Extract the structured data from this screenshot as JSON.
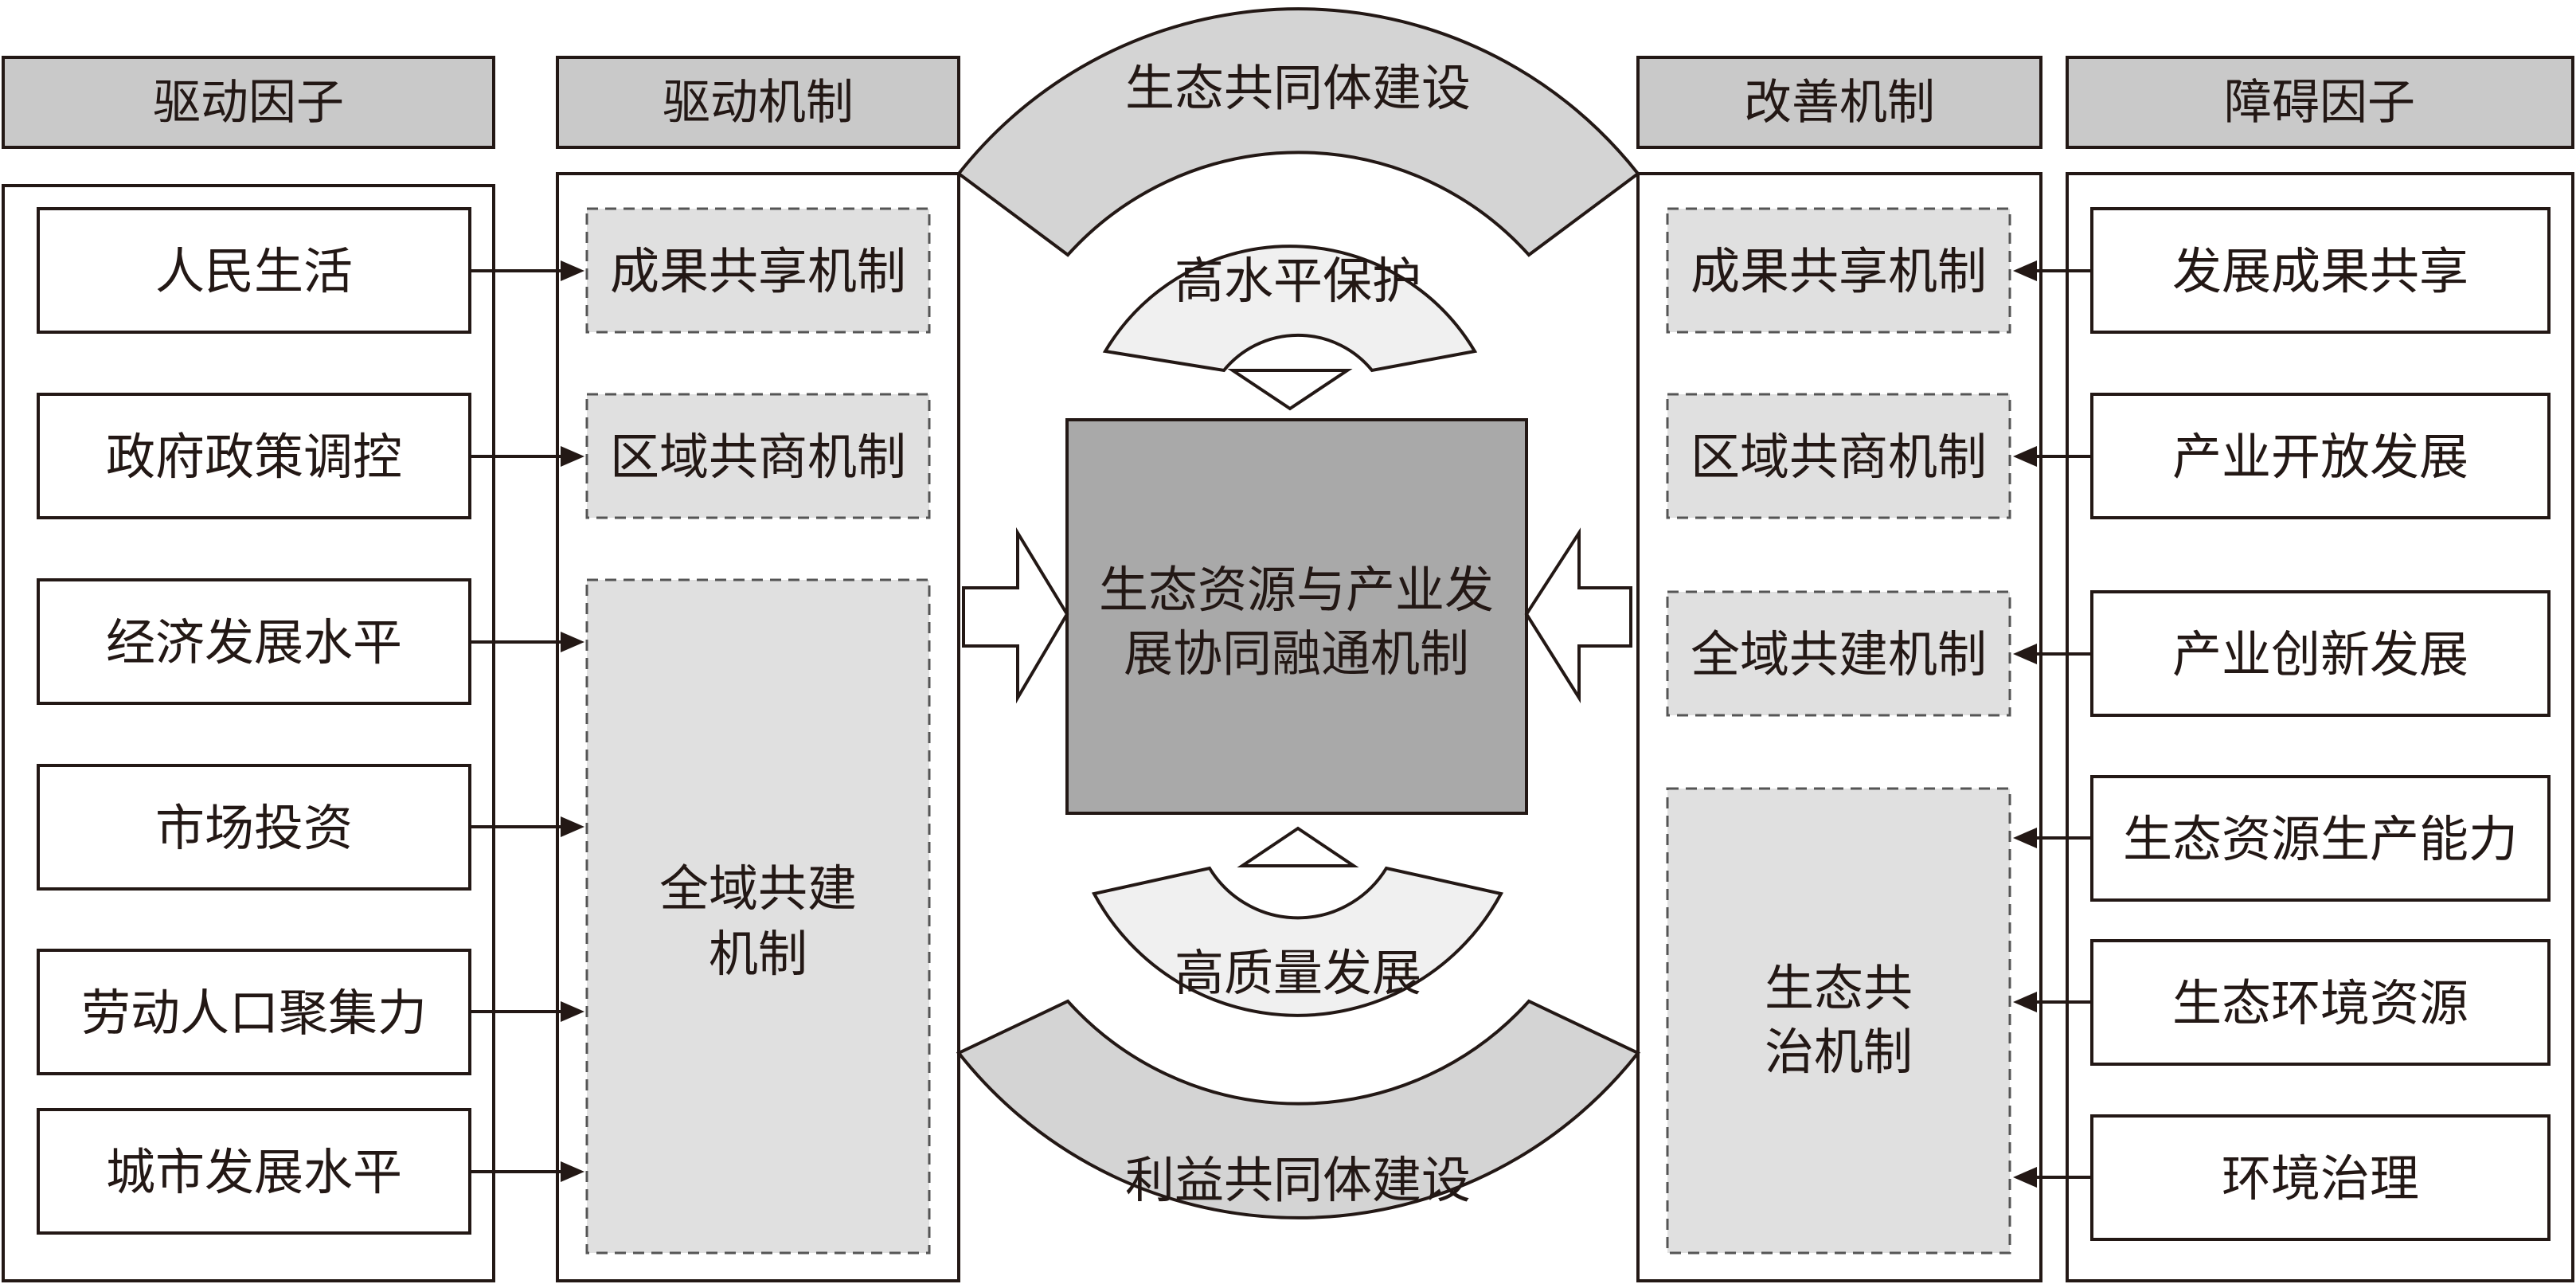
{
  "headers": {
    "driving_factors": "驱动因子",
    "driving_mechanism": "驱动机制",
    "improving_mechanism": "改善机制",
    "obstacle_factors": "障碍因子"
  },
  "driving_factors": [
    "人民生活",
    "政府政策调控",
    "经济发展水平",
    "市场投资",
    "劳动人口聚集力",
    "城市发展水平"
  ],
  "driving_mechanisms": {
    "shared_results": "成果共享机制",
    "regional_consult": "区域共商机制",
    "global_build": [
      "全域共建",
      "机制"
    ]
  },
  "improving_mechanisms": {
    "shared_results": "成果共享机制",
    "regional_consult": "区域共商机制",
    "global_build": "全域共建机制",
    "eco_governance": [
      "生态共",
      "治机制"
    ]
  },
  "obstacle_factors": [
    "发展成果共享",
    "产业开放发展",
    "产业创新发展",
    "生态资源生产能力",
    "生态环境资源",
    "环境治理"
  ],
  "center": {
    "top_arc": "生态共同体建设",
    "upper_inner_arc": "高水平保护",
    "core_lines": [
      "生态资源与产业发",
      "展协同融通机制"
    ],
    "lower_inner_arc": "高质量发展",
    "bottom_arc": "利益共同体建设"
  }
}
